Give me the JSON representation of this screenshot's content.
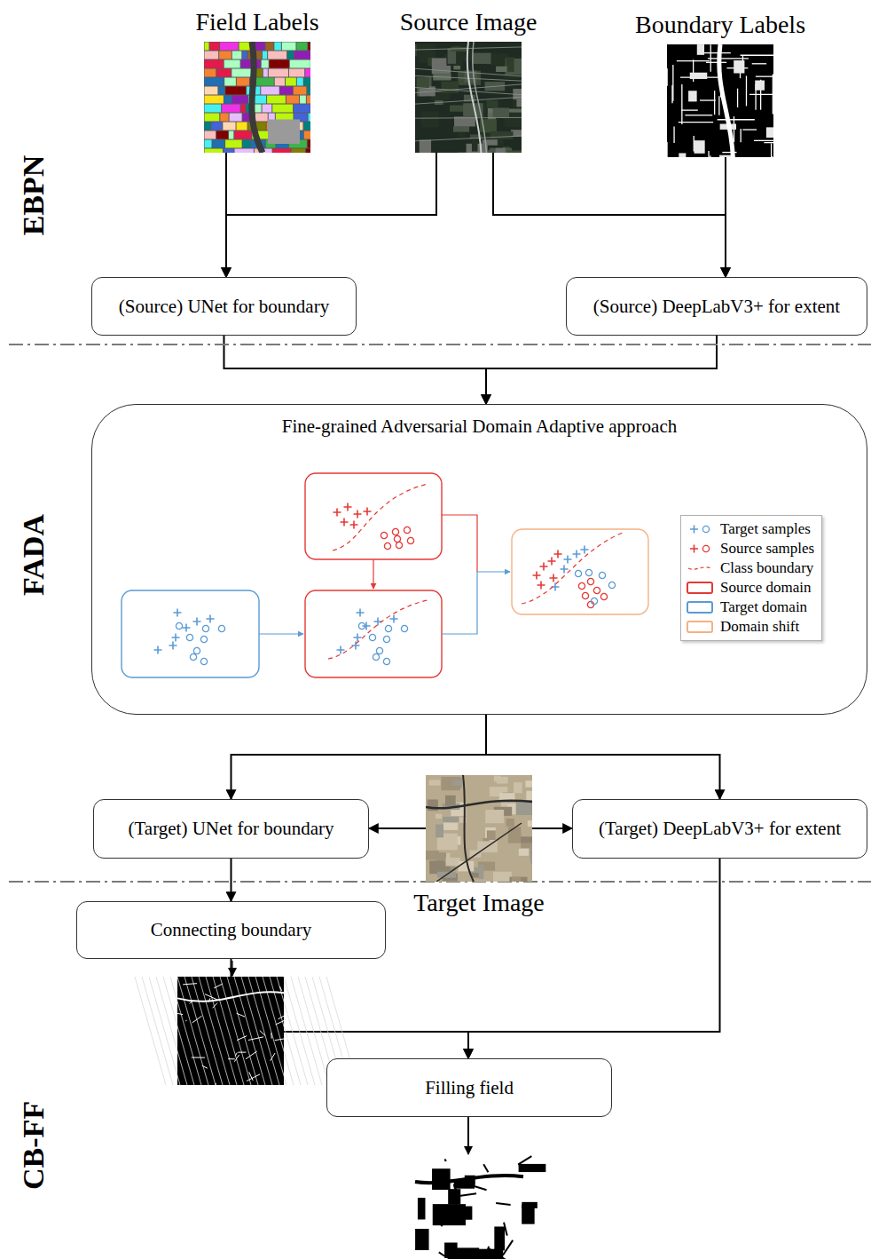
{
  "diagram": {
    "nodes": [
      {
        "text": [
          "Field Labels"
        ]
      },
      {
        "text": [
          "Source Image"
        ]
      },
      {
        "text": [
          "Boundary Labels"
        ]
      },
      {
        "text": [
          "(Source) UNet for boundary"
        ]
      },
      {
        "text": [
          "(Source) DeepLabV3+ for extent"
        ]
      },
      {
        "text": [
          "Fine-grained Adversarial Domain Adaptive approach"
        ]
      },
      {
        "text": [
          "(Target) UNet for boundary"
        ]
      },
      {
        "text": [
          "(Target) DeepLabV3+ for extent"
        ]
      },
      {
        "text": [
          "Target Image"
        ]
      },
      {
        "text": [
          "Connecting boundary"
        ]
      },
      {
        "text": [
          "Filling field"
        ]
      }
    ],
    "edges": [
      {
        "from": 0,
        "to": 3,
        "arrow": "to"
      },
      {
        "from": 1,
        "to": 3,
        "arrow": "to"
      },
      {
        "from": 1,
        "to": 4,
        "arrow": "to"
      },
      {
        "from": 2,
        "to": 4,
        "arrow": "to"
      },
      {
        "from": 3,
        "to": 5,
        "arrow": "to"
      },
      {
        "from": 4,
        "to": 5,
        "arrow": "to"
      },
      {
        "from": 5,
        "to": 6,
        "arrow": "to"
      },
      {
        "from": 5,
        "to": 7,
        "arrow": "to"
      },
      {
        "from": 8,
        "to": 6,
        "arrow": "to"
      },
      {
        "from": 8,
        "to": 7,
        "arrow": "to"
      },
      {
        "from": 6,
        "to": 9,
        "arrow": "to"
      },
      {
        "from": 9,
        "to": 10,
        "arrow": "to"
      },
      {
        "from": 7,
        "to": 10,
        "arrow": "to"
      }
    ],
    "labels": [
      "EBPN",
      "FADA",
      "CB-FF"
    ],
    "legend": [
      {
        "text": "Target samples"
      },
      {
        "text": "Source samples"
      },
      {
        "text": "Class boundary"
      },
      {
        "text": "Source domain",
        "color": "#e53935"
      },
      {
        "text": "Target domain",
        "color": "#5b9bd5"
      },
      {
        "text": "Domain shift",
        "color": "#f4b183"
      }
    ]
  }
}
